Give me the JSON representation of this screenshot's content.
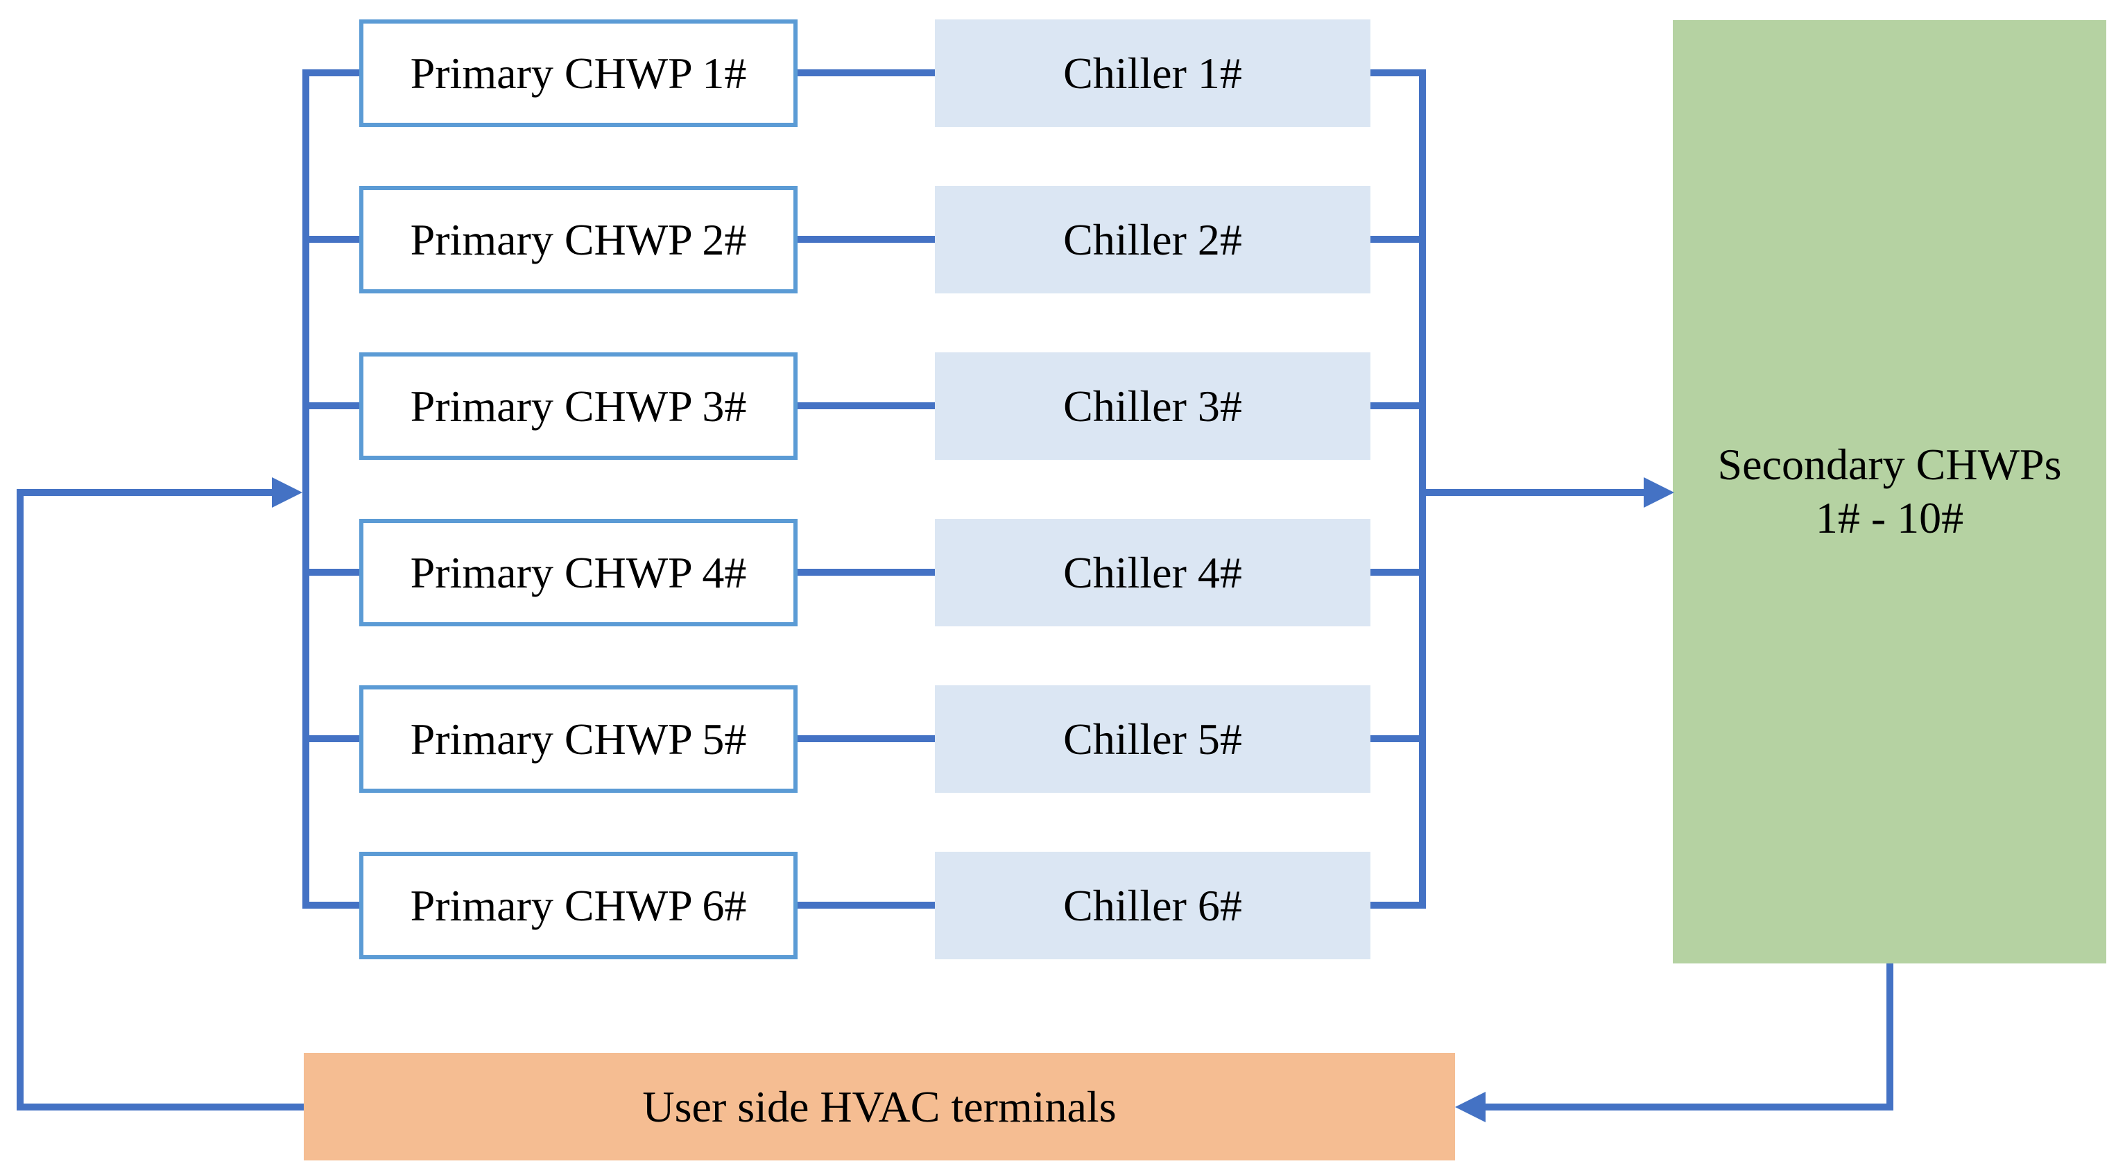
{
  "diagram": {
    "rows": [
      {
        "primary": "Primary CHWP 1#",
        "chiller": "Chiller 1#"
      },
      {
        "primary": "Primary CHWP 2#",
        "chiller": "Chiller 2#"
      },
      {
        "primary": "Primary CHWP 3#",
        "chiller": "Chiller 3#"
      },
      {
        "primary": "Primary CHWP 4#",
        "chiller": "Chiller 4#"
      },
      {
        "primary": "Primary CHWP 5#",
        "chiller": "Chiller 5#"
      },
      {
        "primary": "Primary CHWP 6#",
        "chiller": "Chiller 6#"
      }
    ],
    "secondary": {
      "line1": "Secondary CHWPs",
      "line2": "1# - 10#"
    },
    "terminal": {
      "label": "User side HVAC terminals"
    }
  },
  "colors": {
    "line": "#4472c4",
    "primary-border": "#5b9bd5",
    "chiller-fill": "#dbe6f3",
    "secondary-fill": "#b5d2a2",
    "terminal-fill": "#f5bd92",
    "text": "#000000",
    "bg": "#ffffff"
  }
}
